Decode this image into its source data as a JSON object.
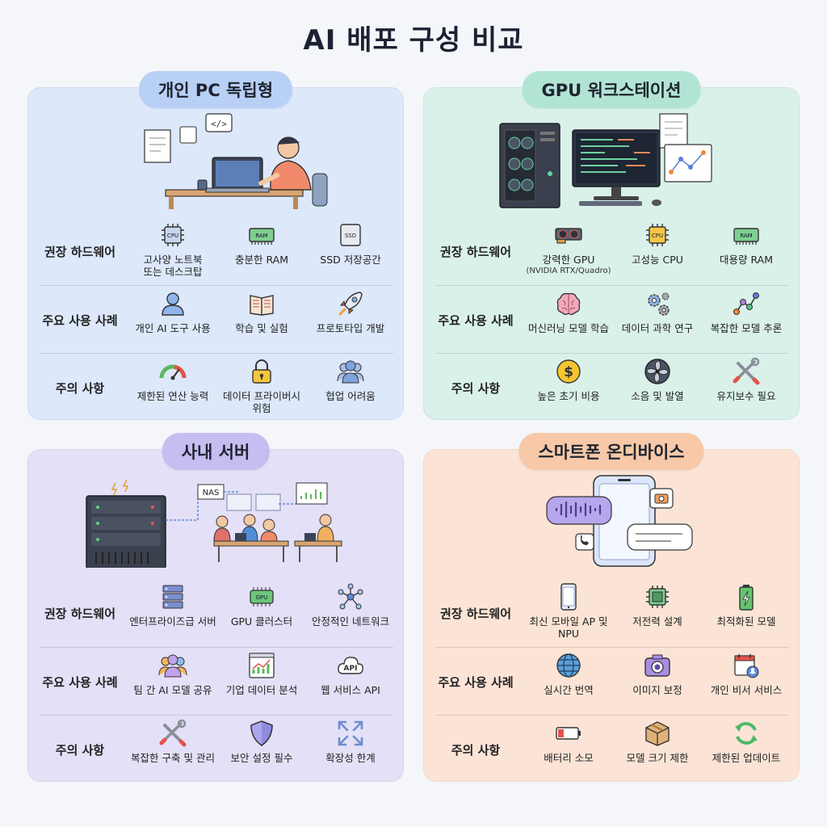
{
  "title": "AI 배포 구성 비교",
  "row_labels": {
    "hardware": "권장 하드웨어",
    "usecases": "주요 사용 사례",
    "cautions": "주의 사항"
  },
  "panels": {
    "pc": {
      "name": "개인 PC 독립형",
      "color": "#dde8fb",
      "header_color": "#b9d0f6",
      "hardware": [
        {
          "label": "고사양 노트북\n또는 데스크탑",
          "icon": "cpu-chip-icon"
        },
        {
          "label": "충분한 RAM",
          "icon": "ram-icon"
        },
        {
          "label": "SSD 저장공간",
          "icon": "ssd-icon"
        }
      ],
      "usecases": [
        {
          "label": "개인 AI 도구 사용",
          "icon": "user-icon"
        },
        {
          "label": "학습 및 실험",
          "icon": "book-icon"
        },
        {
          "label": "프로토타입 개발",
          "icon": "rocket-icon"
        }
      ],
      "cautions": [
        {
          "label": "제한된 연산 능력",
          "icon": "gauge-icon"
        },
        {
          "label": "데이터 프라이버시 위험",
          "icon": "lock-icon"
        },
        {
          "label": "협업 어려움",
          "icon": "group-icon"
        }
      ]
    },
    "gpu": {
      "name": "GPU 워크스테이션",
      "color": "#daf1ea",
      "header_color": "#b2e4d4",
      "hardware": [
        {
          "label": "강력한 GPU",
          "sub": "(NVIDIA RTX/Quadro)",
          "icon": "gpu-card-icon"
        },
        {
          "label": "고성능 CPU",
          "icon": "cpu-chip-icon"
        },
        {
          "label": "대용량 RAM",
          "icon": "ram-icon"
        }
      ],
      "usecases": [
        {
          "label": "머신러닝 모델 학습",
          "icon": "brain-icon"
        },
        {
          "label": "데이터 과학 연구",
          "icon": "gears-icon"
        },
        {
          "label": "복잡한 모델 추론",
          "icon": "graph-icon"
        }
      ],
      "cautions": [
        {
          "label": "높은 초기 비용",
          "icon": "dollar-coin-icon"
        },
        {
          "label": "소음 및 발열",
          "icon": "fan-icon"
        },
        {
          "label": "유지보수 필요",
          "icon": "tools-icon"
        }
      ]
    },
    "server": {
      "name": "사내 서버",
      "color": "#e4e0f7",
      "header_color": "#c6bdf0",
      "hardware": [
        {
          "label": "엔터프라이즈급 서버",
          "icon": "server-rack-icon"
        },
        {
          "label": "GPU 클러스터",
          "icon": "gpu-chip-icon"
        },
        {
          "label": "안정적인 네트워크",
          "icon": "network-icon"
        }
      ],
      "usecases": [
        {
          "label": "팀 간 AI 모델 공유",
          "icon": "team-icon"
        },
        {
          "label": "기업 데이터 분석",
          "icon": "chart-icon"
        },
        {
          "label": "웹 서비스 API",
          "icon": "api-cloud-icon"
        }
      ],
      "cautions": [
        {
          "label": "복잡한 구축 및 관리",
          "icon": "tools-icon"
        },
        {
          "label": "보안 설정 필수",
          "icon": "shield-icon"
        },
        {
          "label": "확장성 한계",
          "icon": "expand-arrows-icon"
        }
      ]
    },
    "phone": {
      "name": "스마트폰 온디바이스",
      "color": "#fbe4d6",
      "header_color": "#f7c9a8",
      "hardware": [
        {
          "label": "최신 모바일 AP 및\nNPU",
          "icon": "smartphone-icon"
        },
        {
          "label": "저전력 설계",
          "icon": "chip-icon"
        },
        {
          "label": "최적화된 모델",
          "icon": "battery-charging-icon"
        }
      ],
      "usecases": [
        {
          "label": "실시간 번역",
          "icon": "globe-icon"
        },
        {
          "label": "이미지 보정",
          "icon": "camera-icon"
        },
        {
          "label": "개인 비서 서비스",
          "icon": "calendar-mic-icon"
        }
      ],
      "cautions": [
        {
          "label": "배터리 소모",
          "icon": "battery-low-icon"
        },
        {
          "label": "모델 크기 제한",
          "icon": "box-icon"
        },
        {
          "label": "제한된 업데이트",
          "icon": "refresh-icon"
        }
      ]
    }
  },
  "illustration_text": {
    "nas": "NAS",
    "api": "API",
    "cpu": "CPU",
    "ram": "RAM",
    "ssd": "SSD",
    "gpu": "GPU",
    "code": "</>"
  }
}
